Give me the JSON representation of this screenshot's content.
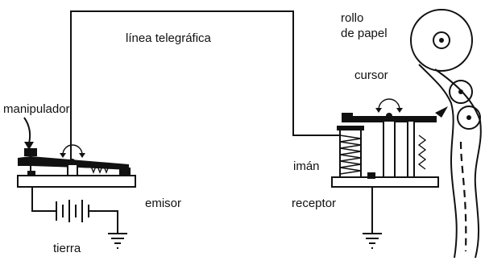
{
  "labels": {
    "line": "línea telegráfica",
    "paper_roll_line1": "rollo",
    "paper_roll_line2": "de papel",
    "cursor": "cursor",
    "manipulator": "manipulador",
    "magnet": "imán",
    "transmitter": "emisor",
    "receiver": "receptor",
    "ground": "tierra"
  }
}
